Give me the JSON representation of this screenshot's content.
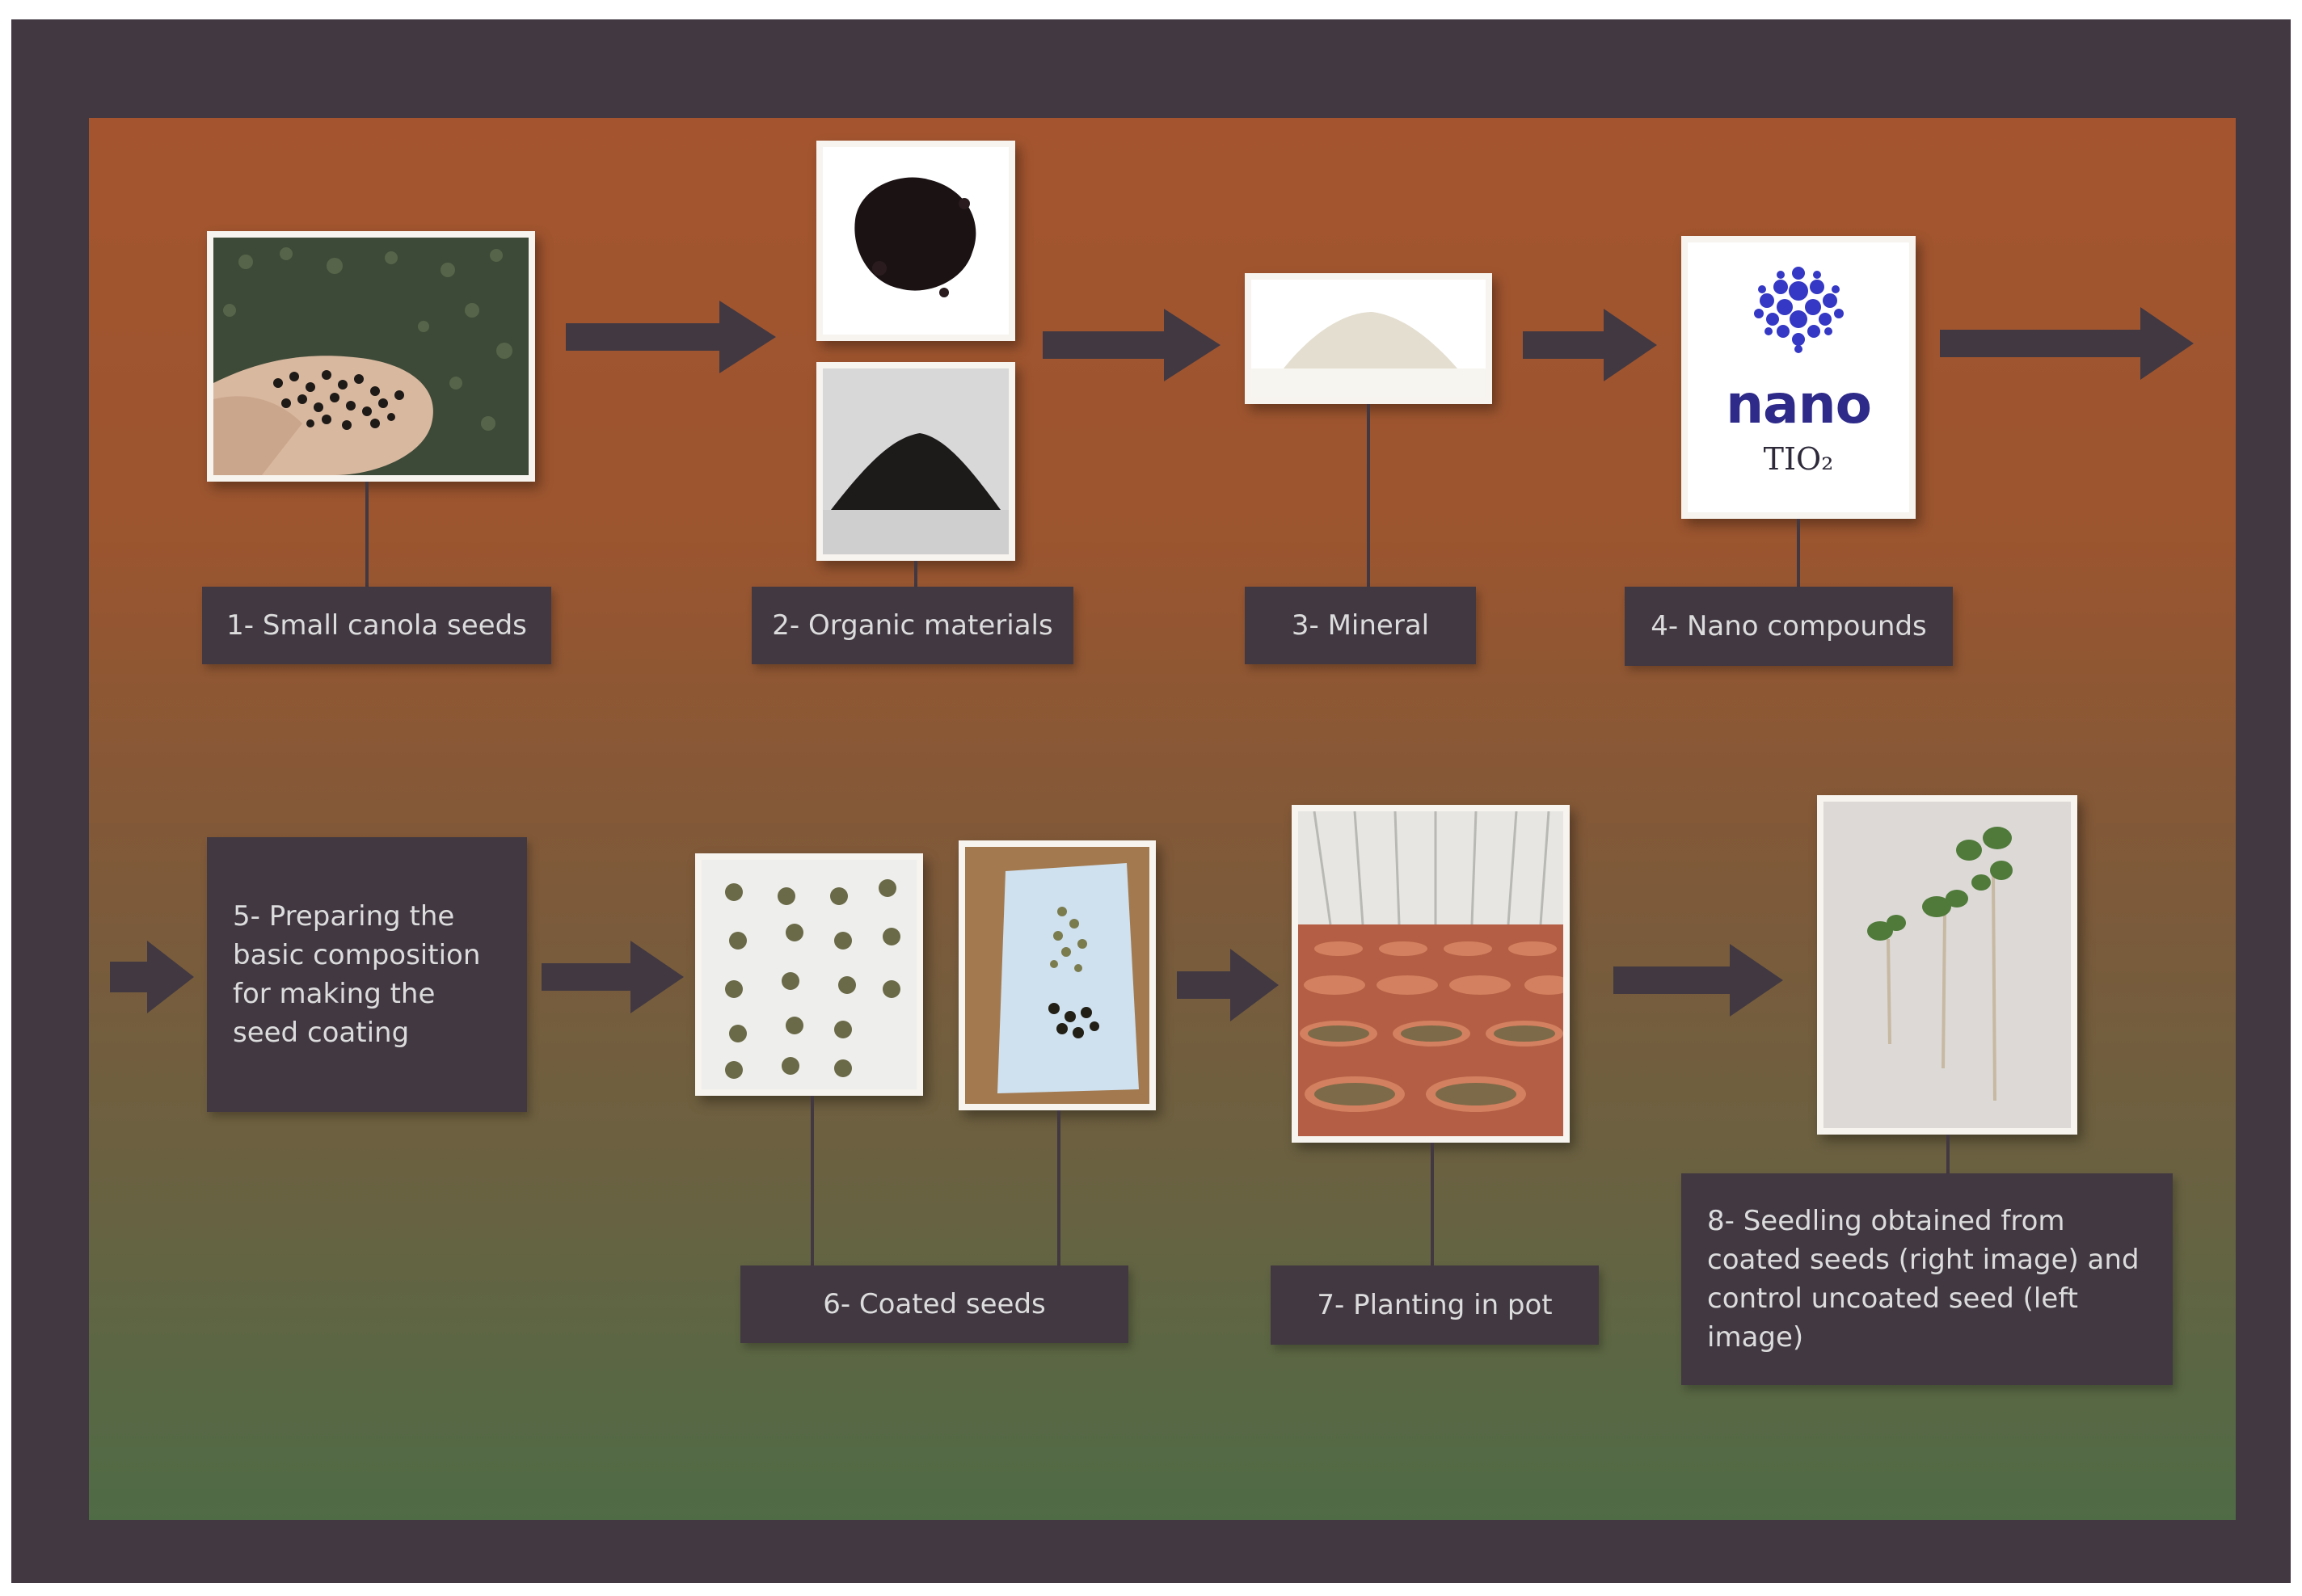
{
  "steps": [
    {
      "label": "1- Small canola seeds"
    },
    {
      "label": "2- Organic materials"
    },
    {
      "label": "3- Mineral"
    },
    {
      "label": "4- Nano compounds"
    },
    {
      "label": "5- Preparing the basic composition for making the seed coating"
    },
    {
      "label": "6- Coated seeds"
    },
    {
      "label": "7- Planting in pot"
    },
    {
      "label": "8- Seedling obtained from coated seeds (right image) and control uncoated seed (left image)"
    }
  ],
  "nano_logo": {
    "word": "nano",
    "compound": "TIO₂"
  },
  "colors": {
    "frame": "#413842",
    "label_bg": "#413842",
    "label_text": "#dcdcdc",
    "panel_top": "#a4552f",
    "panel_bottom": "#4f6b46",
    "logo": "#2e2a8a"
  }
}
